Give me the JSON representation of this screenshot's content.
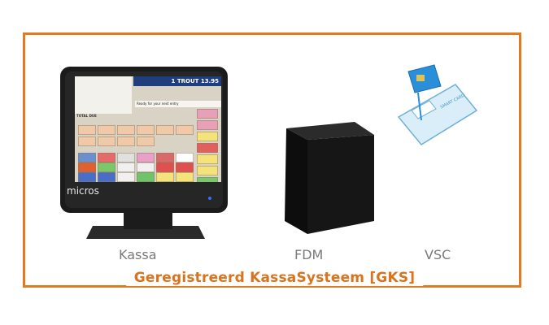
{
  "caption": "Geregistreerd KassaSysteem [GKS]",
  "components": [
    {
      "label": "Kassa"
    },
    {
      "label": "FDM"
    },
    {
      "label": "VSC"
    }
  ],
  "pos": {
    "brand": "micros",
    "header": "1 TROUT 13.95",
    "ready": "Ready for your next entry",
    "total_label": "TOTAL DUE"
  },
  "vsc": {
    "card_text": "SMART CARD"
  },
  "colors": {
    "accent": "#e07b22",
    "label_gray": "#7a7a7a",
    "cube": "#141414",
    "card": "#d9eef8"
  }
}
